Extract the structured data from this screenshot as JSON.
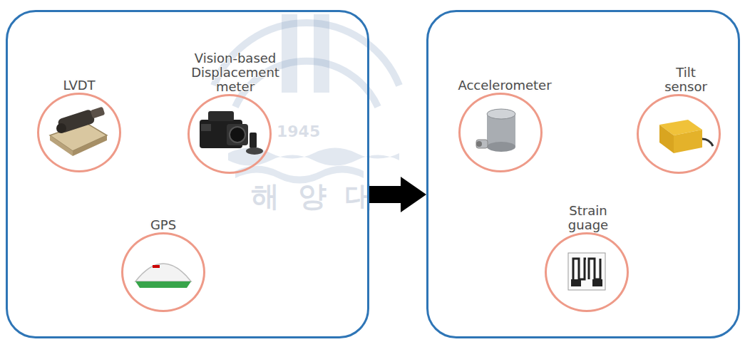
{
  "diagram": {
    "nodes": [
      {
        "text": []
      },
      {
        "text": [
          "LVDT"
        ],
        "in": 0
      },
      {
        "text": [
          "Vision-based Displacement meter"
        ],
        "in": 0
      },
      {
        "text": [
          "GPS"
        ],
        "in": 0
      },
      {
        "text": []
      },
      {
        "text": [
          "Accelerometer"
        ],
        "in": 4
      },
      {
        "text": [
          "Tilt sensor"
        ],
        "in": 4
      },
      {
        "text": [
          "Strain guage"
        ],
        "in": 4
      }
    ],
    "edges": [
      {
        "from": 0,
        "to": 4,
        "arrow": "to"
      }
    ],
    "labels": [
      "1945",
      "해 양 대"
    ]
  }
}
